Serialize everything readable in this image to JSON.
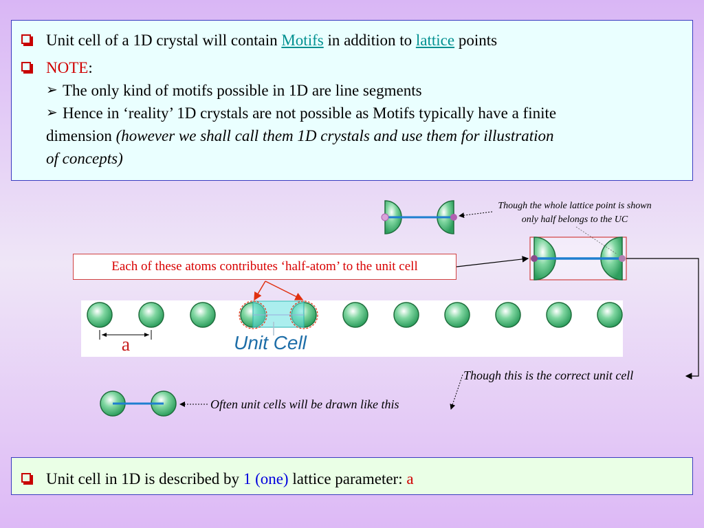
{
  "top": {
    "line1": {
      "pre": "Unit cell of a 1D crystal will contain ",
      "motifs": "Motifs",
      "mid": " in addition to ",
      "lattice": "lattice",
      "post": " points"
    },
    "line2": {
      "note": "NOTE",
      "colon": ":"
    },
    "sub1": "The only kind of motifs possible in 1D are line segments",
    "sub2a": "Hence in ‘reality’ 1D crystals are not possible as Motifs typically have a finite",
    "sub2b_pre": "dimension ",
    "sub2b_italic": "(however we shall call them 1D crystals and use them for illustration",
    "sub2c_italic": "of concepts)"
  },
  "diagram": {
    "annotation_half_belongs": "Though the whole lattice point is shown only half belongs to the UC",
    "half_atom_label": "Each of these atoms contributes ‘half-atom’ to the unit cell",
    "lattice_param_label": "a",
    "unit_cell_label": "Unit Cell",
    "correct_cell_label": "Though this is the correct unit cell",
    "often_drawn_label": "Often unit cells will be drawn like this",
    "colors": {
      "atom_fill": "#3cb371",
      "atom_edge": "#1e6e3c",
      "segment": "#1e7fd0",
      "lattice_point": "#b060b0",
      "unit_cell_fill": "#66e0e0",
      "unit_cell_text": "#1e6ea8",
      "label_red": "#c80000"
    }
  },
  "bottom": {
    "pre": "Unit cell in 1D is described by ",
    "one": "1 (one)",
    "mid": " lattice parameter: ",
    "param": "a"
  }
}
